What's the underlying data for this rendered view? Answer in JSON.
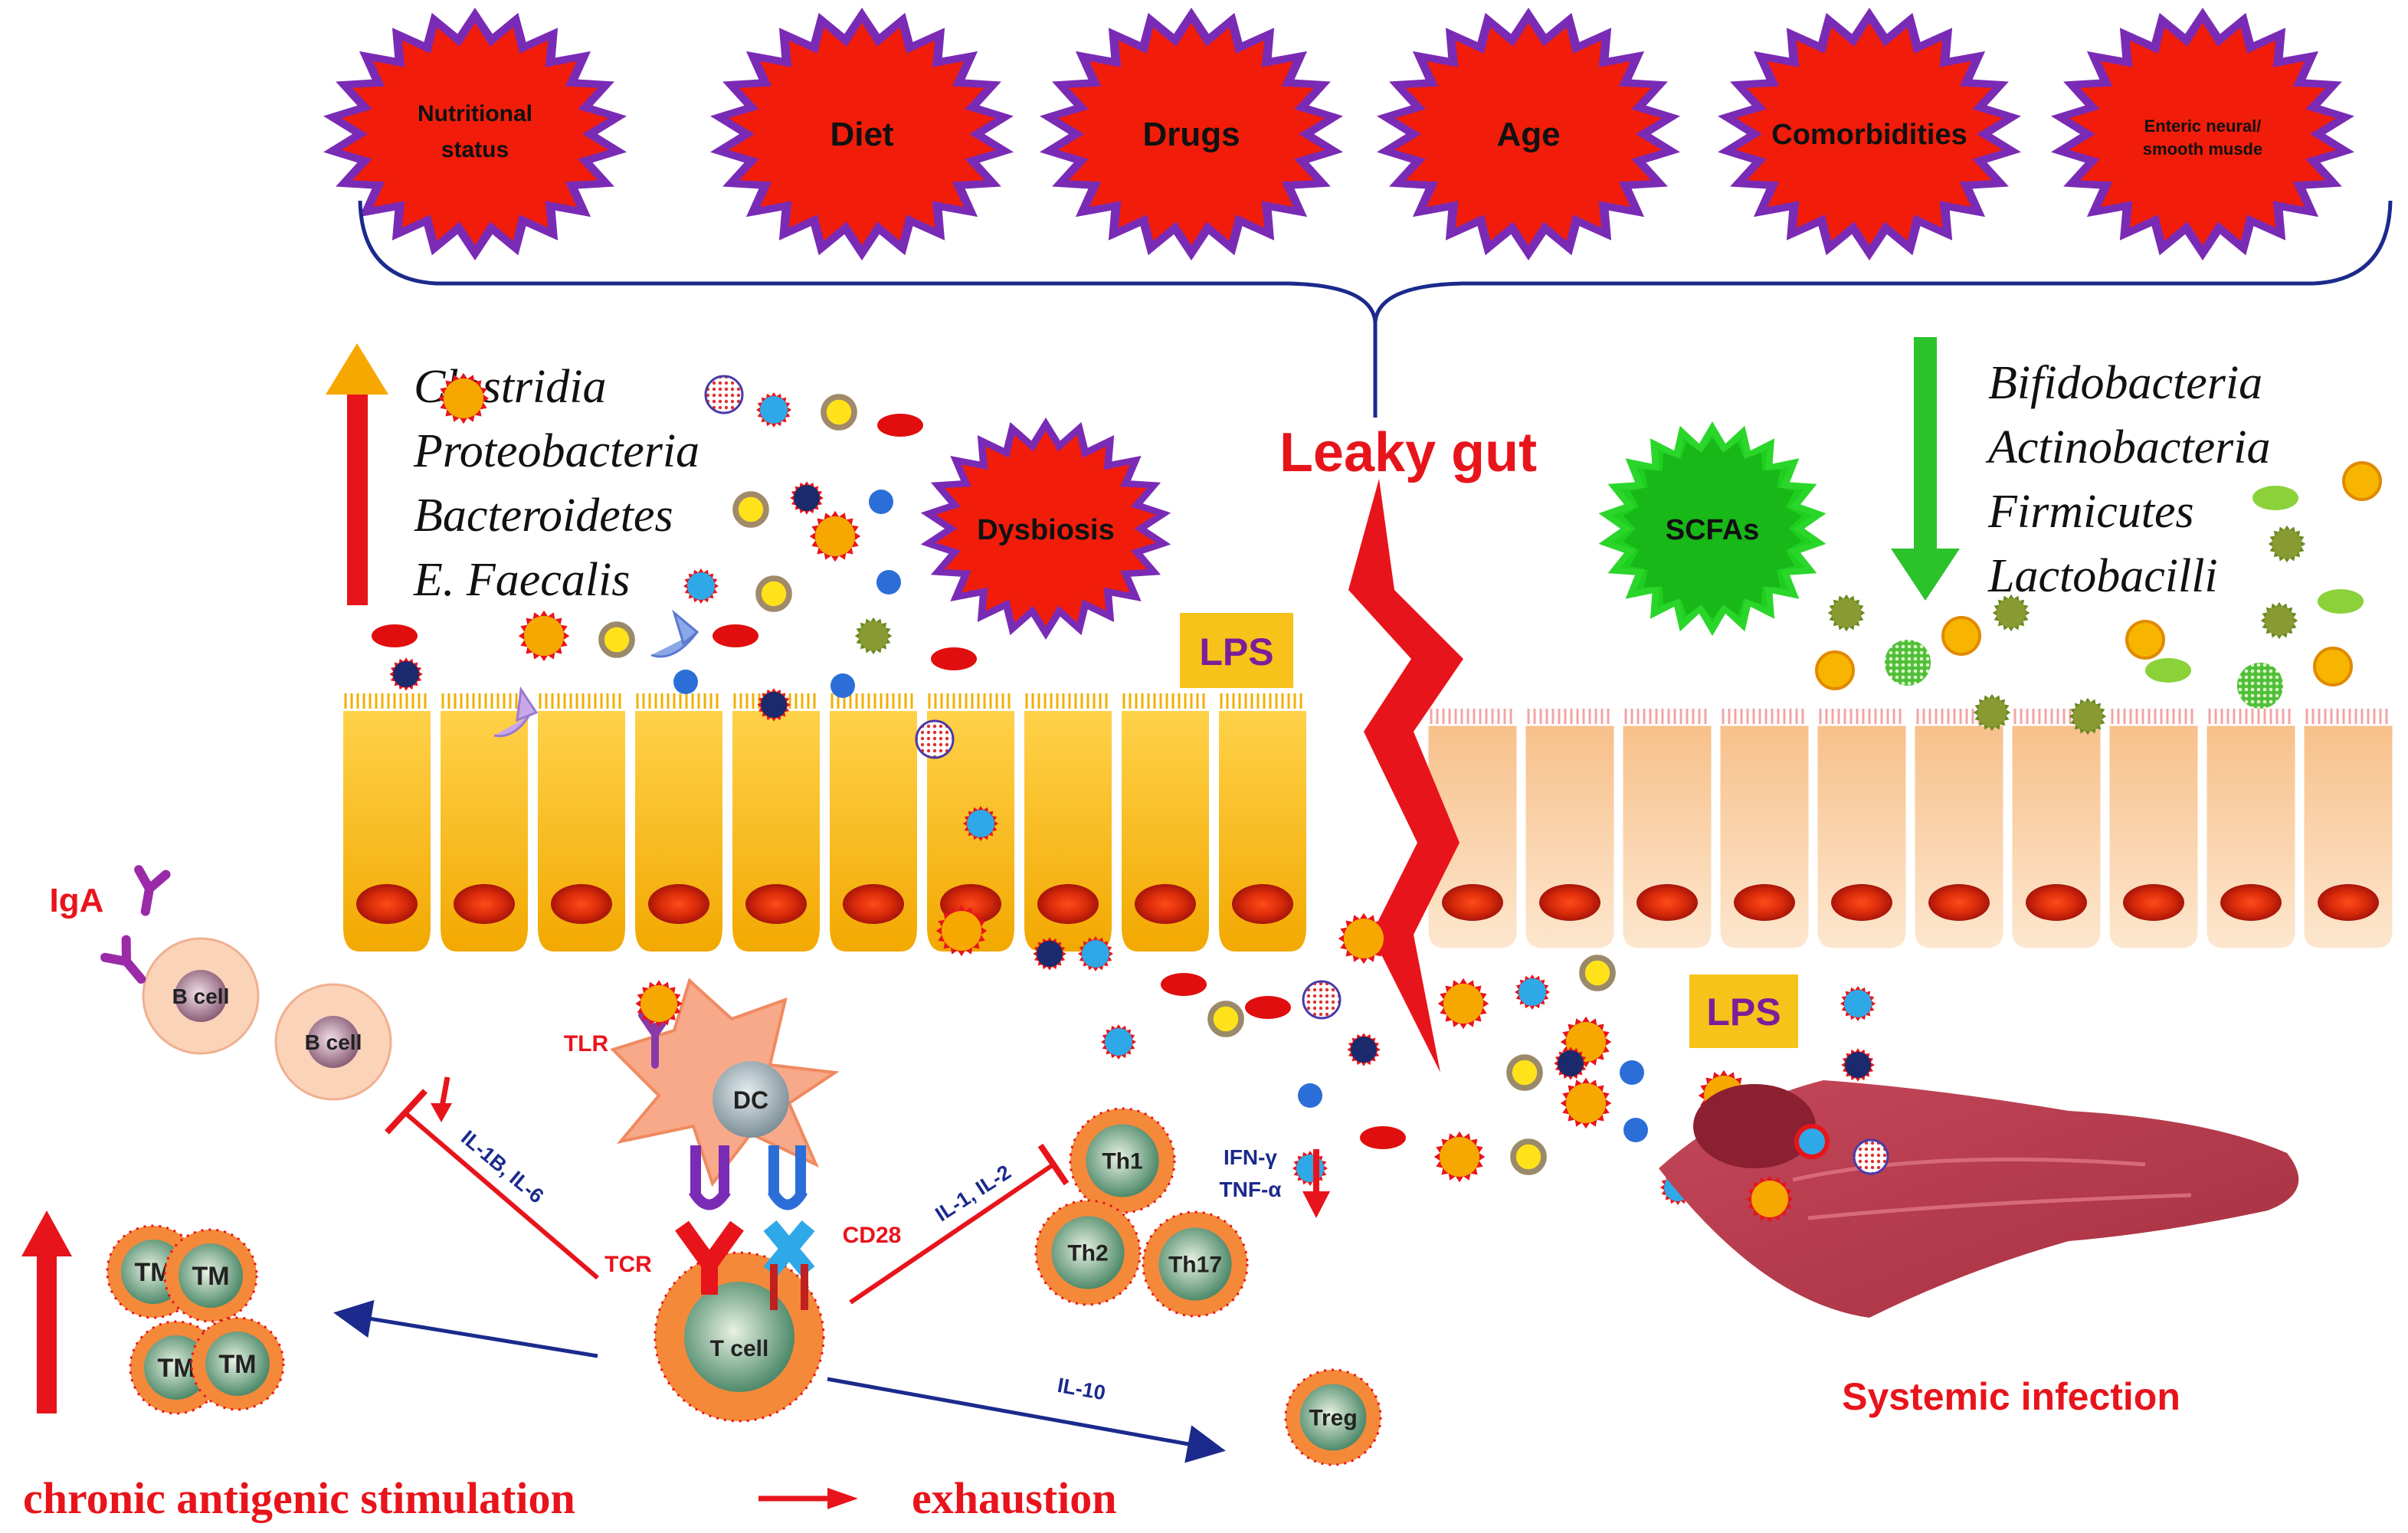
{
  "factors": [
    {
      "label": "Nutritional",
      "label2": "status",
      "icon": "starburst-red"
    },
    {
      "label": "Diet",
      "icon": "starburst-red"
    },
    {
      "label": "Drugs",
      "icon": "starburst-red"
    },
    {
      "label": "Age",
      "icon": "starburst-red"
    },
    {
      "label": "Comorbidities",
      "icon": "starburst-red"
    },
    {
      "label": "Enteric neural/",
      "label2": "smooth musde",
      "icon": "starburst-red"
    }
  ],
  "increased_bacteria": [
    "Clostridia",
    "Proteobacteria",
    "Bacteroidetes",
    "E. Faecalis"
  ],
  "decreased_bacteria": [
    "Bifidobacteria",
    "Actinobacteria",
    "Firmicutes",
    "Lactobacilli"
  ],
  "dysbiosis": "Dysbiosis",
  "scfas": "SCFAs",
  "leaky_gut": "Leaky gut",
  "lps": "LPS",
  "iga": "IgA",
  "b_cell": "B cell",
  "tlr": "TLR",
  "dc": "DC",
  "tcr": "TCR",
  "cd28": "CD28",
  "t_cell": "T cell",
  "il1b_il6": "IL-1B, IL-6",
  "il1_il2": "IL-1, IL-2",
  "il10": "IL-10",
  "th1": "Th1",
  "th2": "Th2",
  "th17": "Th17",
  "ifn": "IFN-γ",
  "tnf": "TNF-α",
  "treg": "Treg",
  "tm": "TM",
  "systemic_infection": "Systemic infection",
  "chronic": "chronic antigenic stimulation",
  "exhaustion": "exhaustion",
  "colors": {
    "red": "#e8141b",
    "purple": "#7a2bb5",
    "green": "#2bc22b",
    "navy": "#1b2a8c",
    "enterocyte": "#f7b500",
    "lps_box": "#f7c21a"
  }
}
